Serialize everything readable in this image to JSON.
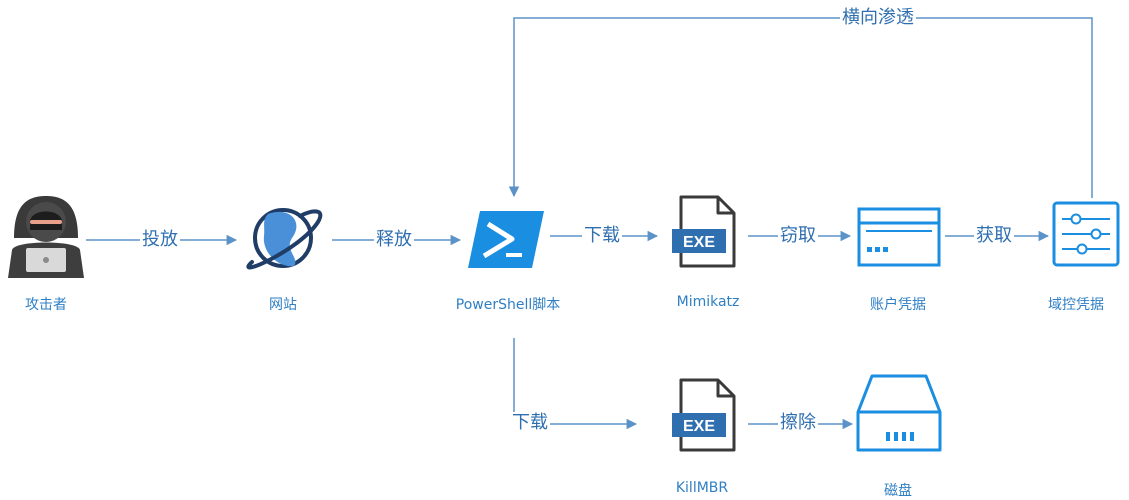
{
  "nodes": {
    "attacker": "攻击者",
    "website": "网站",
    "powershell": "PowerShell脚本",
    "mimikatz": "Mimikatz",
    "account_creds": "账户凭据",
    "domain_creds": "域控凭据",
    "killmbr": "KillMBR",
    "disk": "磁盘"
  },
  "edges": {
    "deliver": "投放",
    "release": "释放",
    "download_1": "下载",
    "steal": "窃取",
    "obtain": "获取",
    "download_2": "下载",
    "wipe": "擦除",
    "lateral": "横向渗透"
  },
  "icons": {
    "mimikatz_badge": "EXE",
    "killmbr_badge": "EXE"
  },
  "colors": {
    "line": "#5b93c9",
    "accent_blue": "#1a8ee0",
    "label": "#2f7fc4"
  }
}
